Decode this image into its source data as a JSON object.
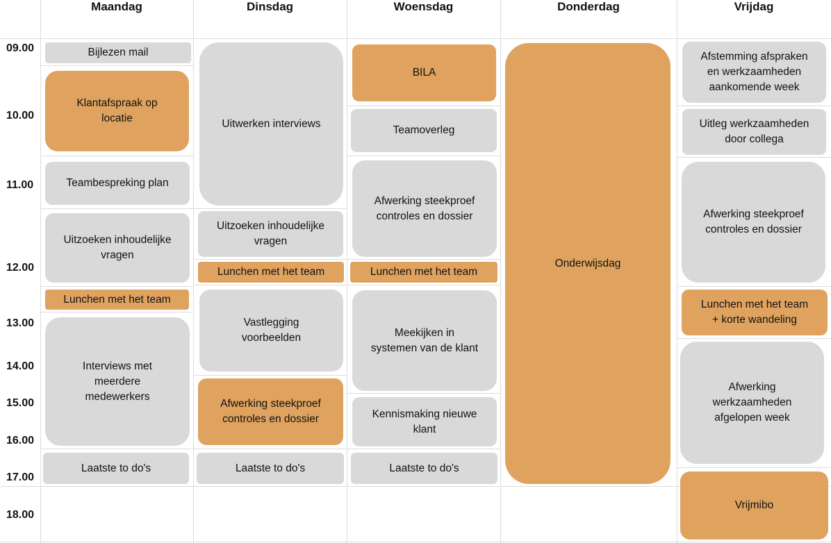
{
  "days": [
    "Maandag",
    "Dinsdag",
    "Woensdag",
    "Donderdag",
    "Vrijdag"
  ],
  "times": [
    "09.00",
    "10.00",
    "11.00",
    "12.00",
    "13.00",
    "14.00",
    "15.00",
    "16.00",
    "17.00",
    "18.00"
  ],
  "colors": {
    "gray": "#d9d9d9",
    "orange": "#dfa35f",
    "grid": "#dcdcdc"
  },
  "events": {
    "maandag": [
      {
        "label": "Bijlezen mail",
        "color": "gray"
      },
      {
        "label": "Klantafspraak op\nlocatie",
        "color": "orange"
      },
      {
        "label": "Teambespreking plan",
        "color": "gray"
      },
      {
        "label": "Uitzoeken inhoudelijke\nvragen",
        "color": "gray"
      },
      {
        "label": "Lunchen met het team",
        "color": "orange"
      },
      {
        "label": "Interviews met\nmeerdere\nmedewerkers",
        "color": "gray"
      },
      {
        "label": "Laatste to do's",
        "color": "gray"
      }
    ],
    "dinsdag": [
      {
        "label": "Uitwerken interviews",
        "color": "gray"
      },
      {
        "label": "Uitzoeken inhoudelijke\nvragen",
        "color": "gray"
      },
      {
        "label": "Lunchen met het team",
        "color": "orange"
      },
      {
        "label": "Vastlegging\nvoorbeelden",
        "color": "gray"
      },
      {
        "label": "Afwerking steekproef\ncontroles en dossier",
        "color": "orange"
      },
      {
        "label": "Laatste to do's",
        "color": "gray"
      }
    ],
    "woensdag": [
      {
        "label": "BILA",
        "color": "orange"
      },
      {
        "label": "Teamoverleg",
        "color": "gray"
      },
      {
        "label": "Afwerking steekproef\ncontroles en dossier",
        "color": "gray"
      },
      {
        "label": "Lunchen met het team",
        "color": "orange"
      },
      {
        "label": "Meekijken in\nsystemen van de klant",
        "color": "gray"
      },
      {
        "label": "Kennismaking nieuwe\nklant",
        "color": "gray"
      },
      {
        "label": "Laatste to do's",
        "color": "gray"
      }
    ],
    "donderdag": [
      {
        "label": "Onderwijsdag",
        "color": "orange"
      }
    ],
    "vrijdag": [
      {
        "label": "Afstemming afspraken\nen werkzaamheden\naankomende week",
        "color": "gray"
      },
      {
        "label": "Uitleg werkzaamheden\ndoor collega",
        "color": "gray"
      },
      {
        "label": "Afwerking steekproef\ncontroles en dossier",
        "color": "gray"
      },
      {
        "label": "Lunchen met het team\n+ korte wandeling",
        "color": "orange"
      },
      {
        "label": "Afwerking\nwerkzaamheden\nafgelopen week",
        "color": "gray"
      },
      {
        "label": "Vrijmibo",
        "color": "orange"
      }
    ]
  }
}
